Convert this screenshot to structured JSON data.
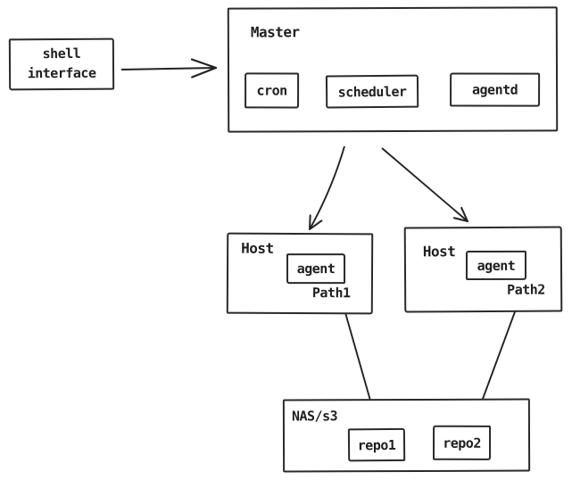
{
  "colors": {
    "ink": "#222222",
    "background": "#ffffff"
  },
  "nodes": {
    "shell": {
      "line1": "shell",
      "line2": "interface"
    },
    "master": {
      "label": "Master",
      "children": [
        {
          "label": "cron"
        },
        {
          "label": "scheduler"
        },
        {
          "label": "agentd"
        }
      ]
    },
    "host1": {
      "label": "Host",
      "agent_label": "agent",
      "path_label": "Path1"
    },
    "host2": {
      "label": "Host",
      "agent_label": "agent",
      "path_label": "Path2"
    },
    "nas": {
      "label": "NAS/s3",
      "children": [
        {
          "label": "repo1"
        },
        {
          "label": "repo2"
        }
      ]
    }
  },
  "edges": [
    {
      "from": "shell-interface",
      "to": "master"
    },
    {
      "from": "master",
      "to": "host1"
    },
    {
      "from": "master",
      "to": "host2"
    },
    {
      "from": "host1-path1",
      "to": "nas-repo1"
    },
    {
      "from": "host2-path2",
      "to": "nas-repo2"
    }
  ]
}
